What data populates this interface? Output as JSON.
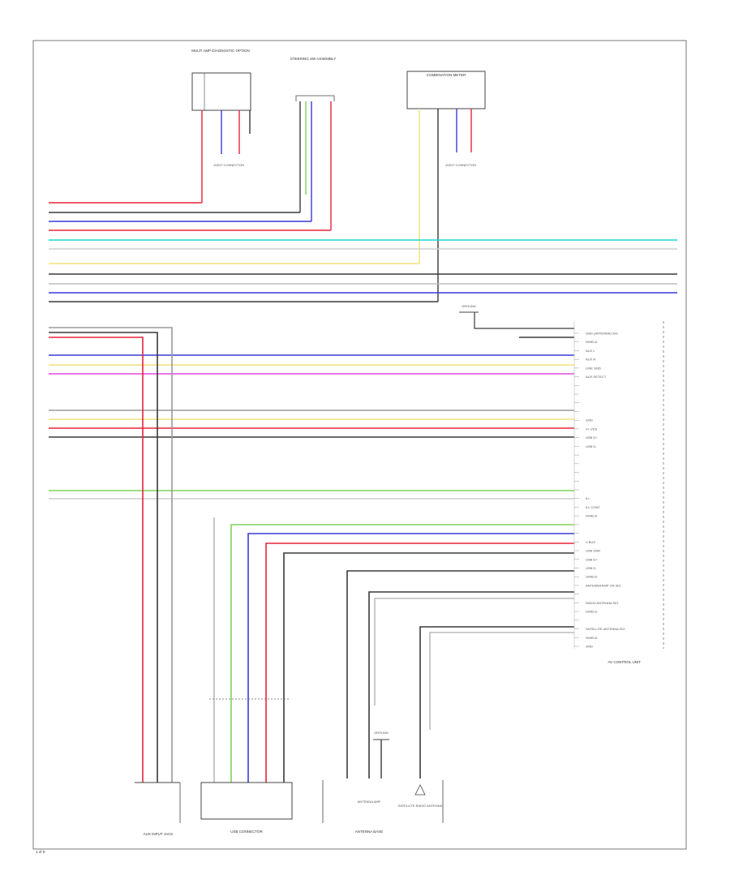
{
  "diagram": {
    "page_number": "1 of 6",
    "components": {
      "selector_switch": "MULTI AMP DIAGNOSTIC OPTION",
      "steering_switch": "STEERING SW ASSEMBLY",
      "combination_meter": "COMBINATION METER",
      "junction_connector_1": "JOINT CONNECTOR",
      "junction_connector_2": "JOINT CONNECTOR",
      "av_control_unit": "AV CONTROL UNIT",
      "aux_input_jack": "AUX INPUT JACK",
      "usb_connector": "USB CONNECTOR",
      "antenna_base": "ANTENNA BASE",
      "antenna_amp": "ANTENNA AMP",
      "satellite_radio_antenna": "SATELLITE RADIO ANTENNA",
      "ground_top": "GROUND",
      "ground_mid": "GROUND"
    },
    "av_pins": [
      "GND (ANTENNA) SIG",
      "SHIELD",
      "AUX L",
      "AUX R",
      "LINE GND",
      "AUX DETECT",
      "",
      "",
      "",
      "",
      "GND",
      "V+ VSS",
      "USB D+",
      "USB D-",
      "",
      "",
      "",
      "",
      "",
      "ILL",
      "ILL CONT",
      "SHIELD",
      "",
      "",
      "V BUS",
      "USB GND",
      "USB D+",
      "USB D-",
      "SHIELD",
      "ANTENNA AMP ON SIG",
      "",
      "RADIO ANTENNA SIG",
      "SHIELD",
      "",
      "SATELLITE ANTENNA SIG",
      "SHIELD",
      "GND"
    ],
    "wire_colors": {
      "red": "#e8243a",
      "black": "#3a3a3a",
      "blue": "#3a3ad8",
      "cyan": "#19d6d6",
      "yellow": "#f2e27a",
      "gray": "#9a9a9a",
      "green": "#7fd45a",
      "pink": "#e24ae2",
      "white": "#d8d8d8"
    }
  }
}
